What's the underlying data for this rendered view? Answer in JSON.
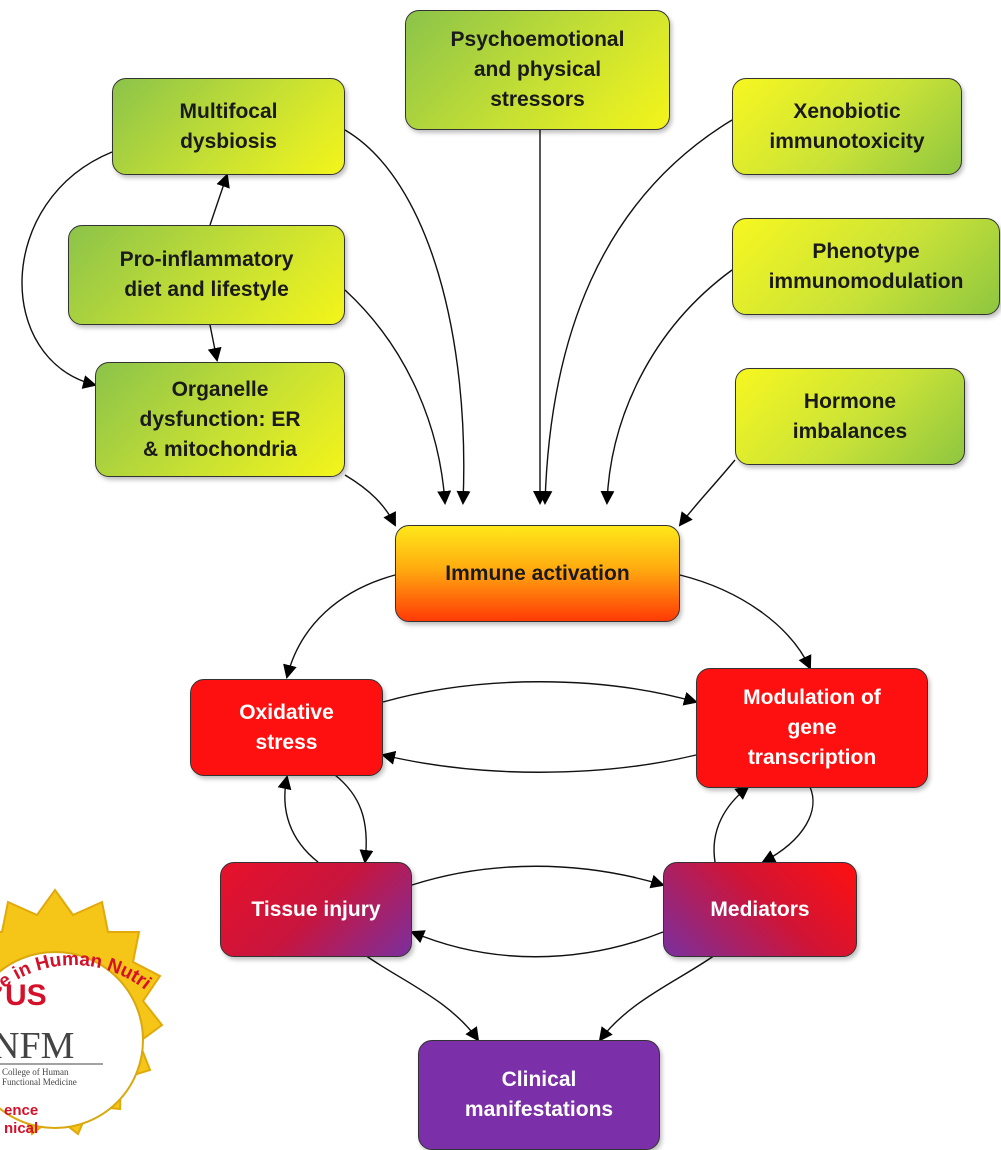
{
  "nodes": {
    "multifocal": "Multifocal\ndysbiosis",
    "psycho": "Psychoemotional\nand physical\nstressors",
    "xeno": "Xenobiotic\nimmunotoxicity",
    "proinflam": "Pro-inflammatory\ndiet and lifestyle",
    "phenotype": "Phenotype\nimmunomodulation",
    "organelle": "Organelle\ndysfunction: ER\n& mitochondria",
    "hormone": "Hormone\nimbalances",
    "immune": "Immune activation",
    "oxidative": "Oxidative\nstress",
    "modulation": "Modulation of\ngene\ntranscription",
    "tissue": "Tissue injury",
    "mediators": "Mediators",
    "clinical": "Clinical\nmanifestations"
  },
  "colors": {
    "lime": "#c7e033",
    "orange": "#ffab10",
    "red": "#ff1010",
    "purple": "#7b2fa8",
    "seal_gold": "#f5c518",
    "seal_red": "#d4102a"
  },
  "seal": {
    "arc_text": "ellence in Human Nutri",
    "big": "US",
    "logo": "NFM",
    "small1": "College of Human",
    "small2": "Functional Medicine",
    "bottom1": "ence",
    "bottom2": "nical"
  }
}
